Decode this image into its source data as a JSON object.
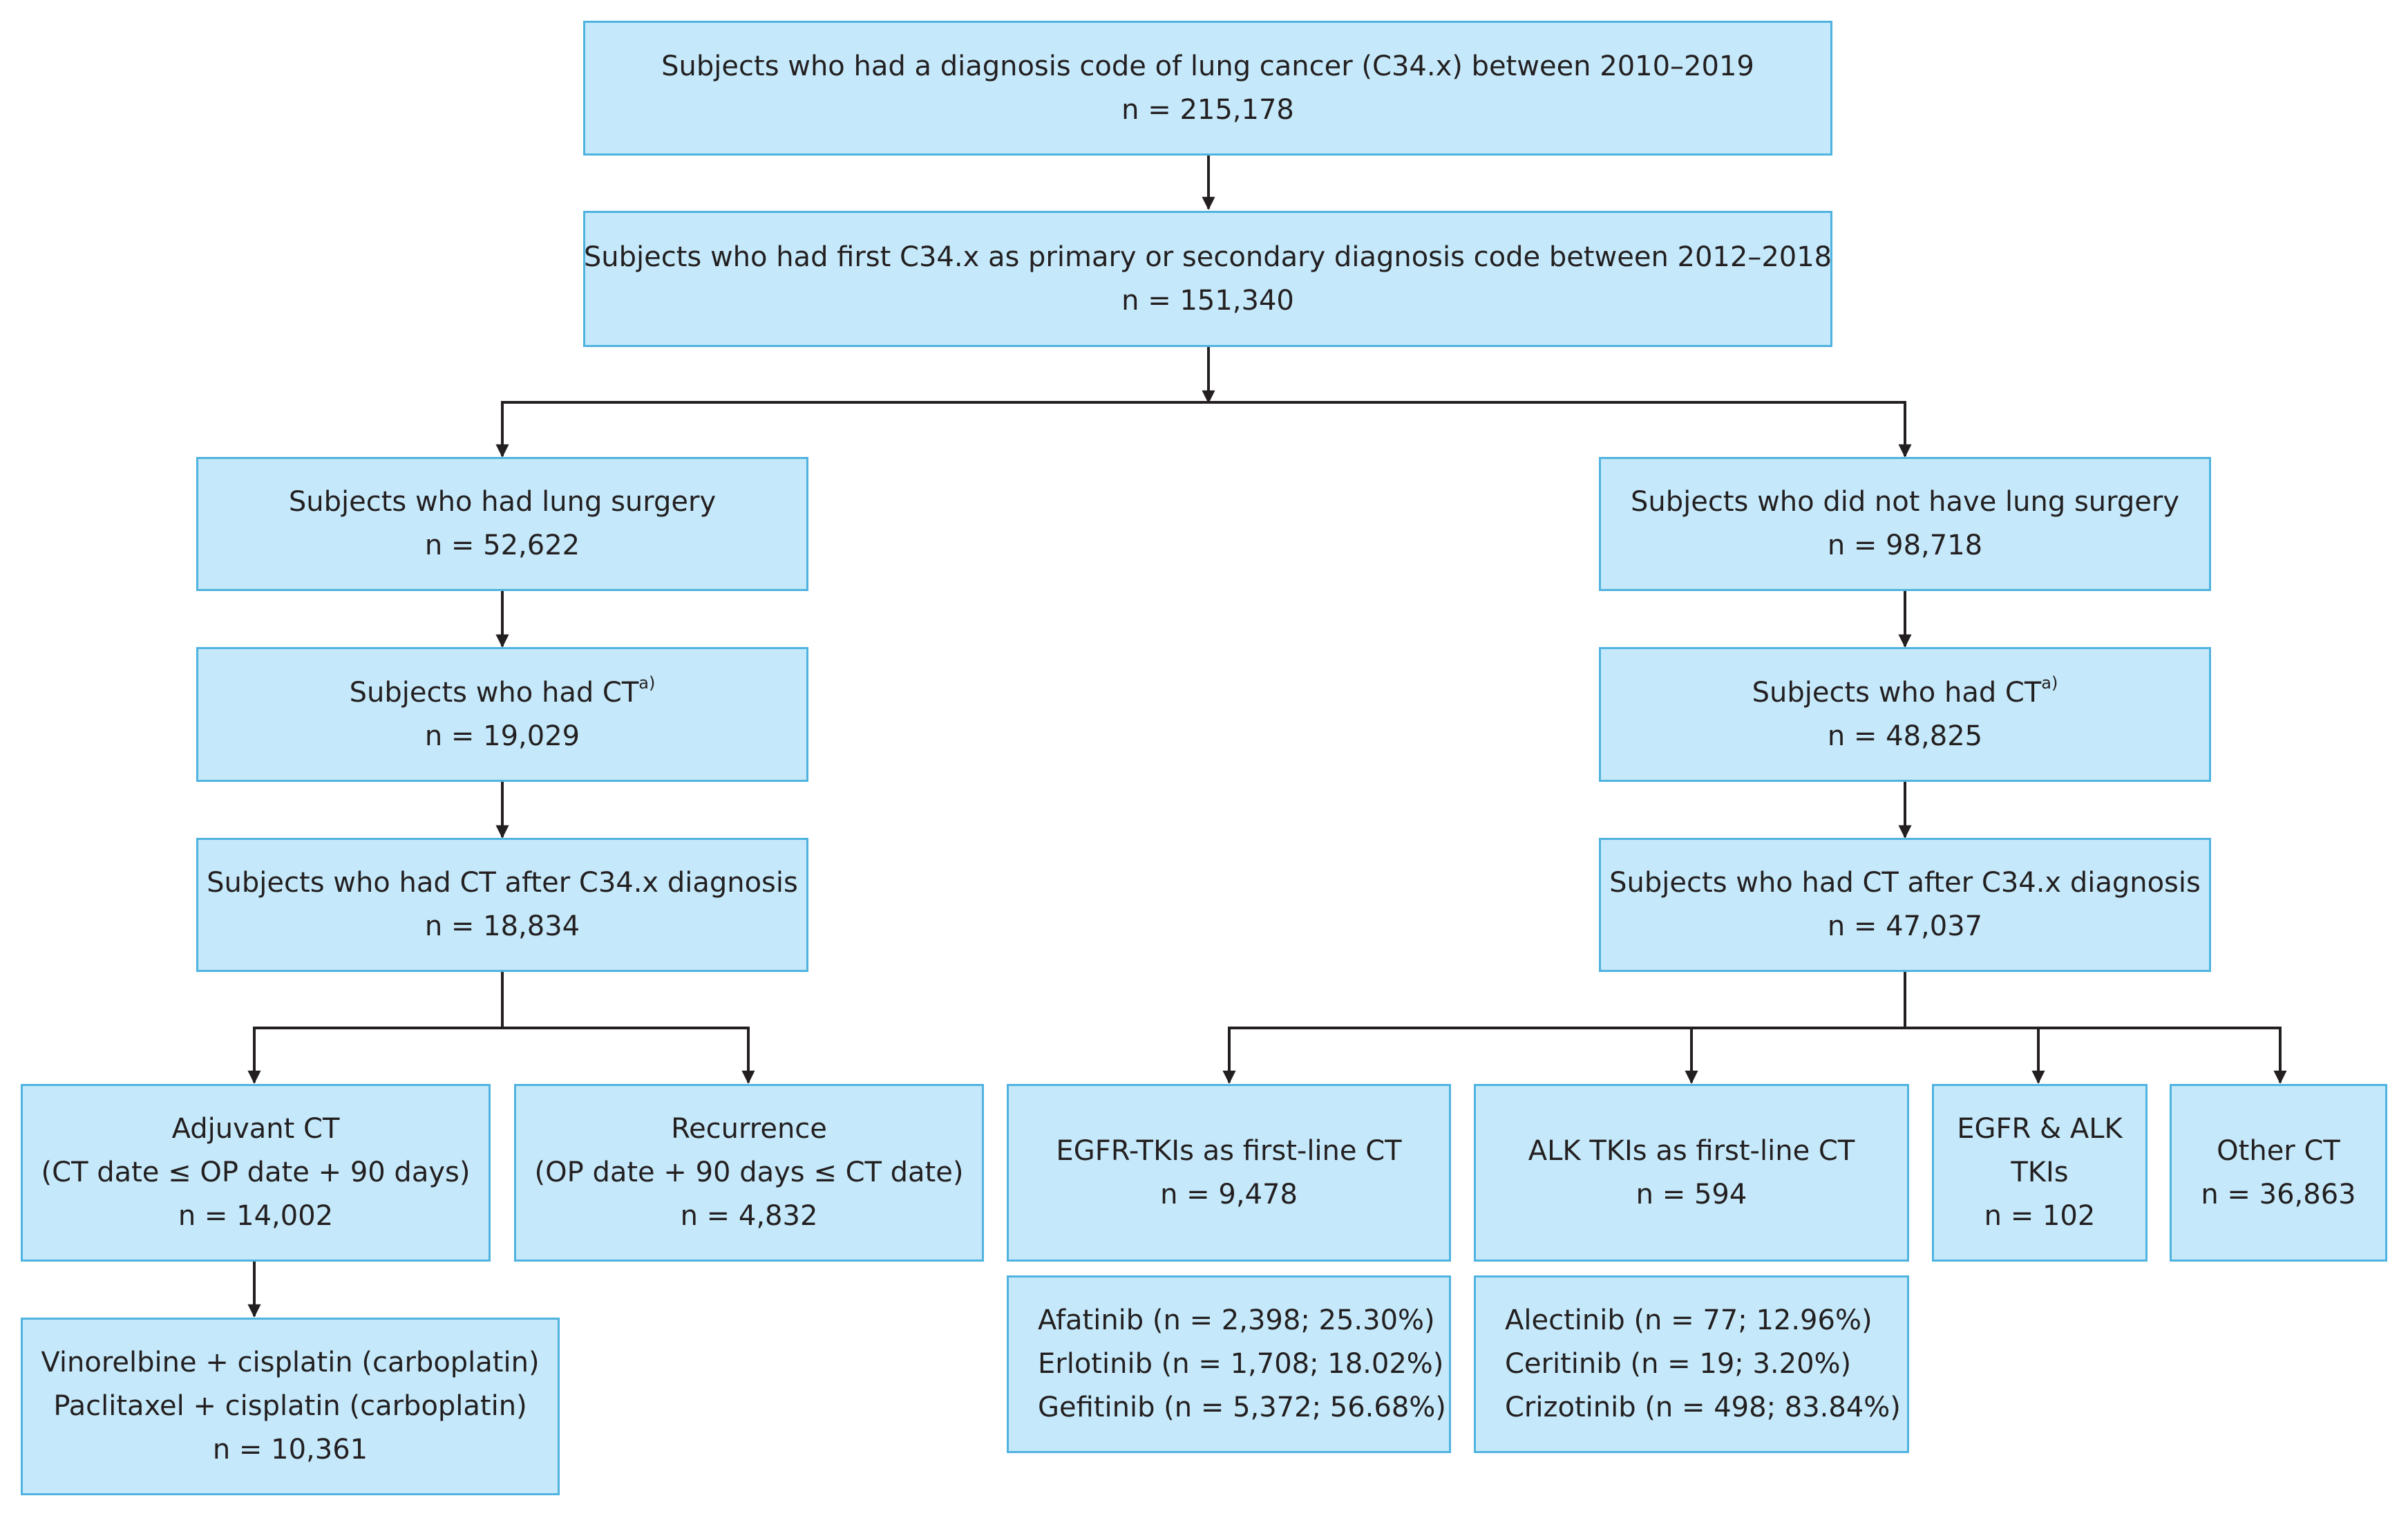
{
  "boxes": {
    "all": [
      "Subjects who had a diagnosis code of lung cancer (C34.x) between 2010–2019",
      "n = 215,178"
    ],
    "first": [
      "Subjects who had first C34.x as primary or secondary diagnosis code between 2012–2018",
      "n = 151,340"
    ],
    "surgery": [
      "Subjects who had lung surgery",
      "n = 52,622"
    ],
    "no_surgery": [
      "Subjects who did not have lung surgery",
      "n = 98,718"
    ],
    "surgery_ct": [
      "Subjects who had CT",
      "n = 19,029"
    ],
    "no_surgery_ct": [
      "Subjects who had CT",
      "n = 48,825"
    ],
    "ct_superscript": "a)",
    "surgery_ct_after": [
      "Subjects who had CT after C34.x diagnosis",
      "n = 18,834"
    ],
    "no_surgery_ct_after": [
      "Subjects who had CT after C34.x diagnosis",
      "n = 47,037"
    ],
    "adjuvant": [
      "Adjuvant CT",
      "(CT date ≤ OP date + 90 days)",
      "n = 14,002"
    ],
    "recurrence": [
      "Recurrence",
      "(OP date + 90 days ≤ CT date)",
      "n = 4,832"
    ],
    "regimens": [
      "Vinorelbine + cisplatin (carboplatin)",
      "Paclitaxel + cisplatin (carboplatin)",
      "n = 10,361"
    ],
    "egfr": [
      "EGFR-TKIs as first-line CT",
      "n = 9,478"
    ],
    "alk": [
      "ALK TKIs as first-line CT",
      "n = 594"
    ],
    "egfr_alk": [
      "EGFR & ALK",
      "TKIs",
      "n = 102"
    ],
    "other": [
      "Other CT",
      "n = 36,863"
    ],
    "egfr_drugs": [
      "Afatinib (n = 2,398; 25.30%)",
      "Erlotinib (n = 1,708; 18.02%)",
      "Gefitinib (n = 5,372; 56.68%)"
    ],
    "alk_drugs": [
      "Alectinib (n = 77; 12.96%)",
      "Ceritinib (n = 19; 3.20%)",
      "Crizotinib (n = 498; 83.84%)"
    ]
  },
  "colors": {
    "box_fill": "#c5e9fa",
    "box_border": "#4fb3e0",
    "connector": "#231f20"
  }
}
